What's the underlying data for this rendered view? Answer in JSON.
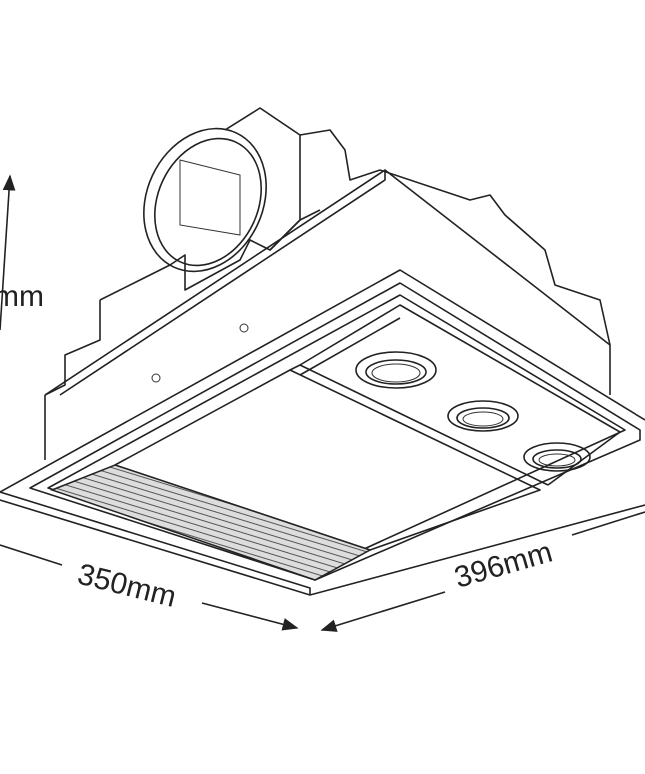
{
  "dimensions": {
    "height_label": "mm",
    "width_label": "350mm",
    "depth_label": "396mm"
  },
  "colors": {
    "line": "#222222",
    "background": "#ffffff"
  }
}
